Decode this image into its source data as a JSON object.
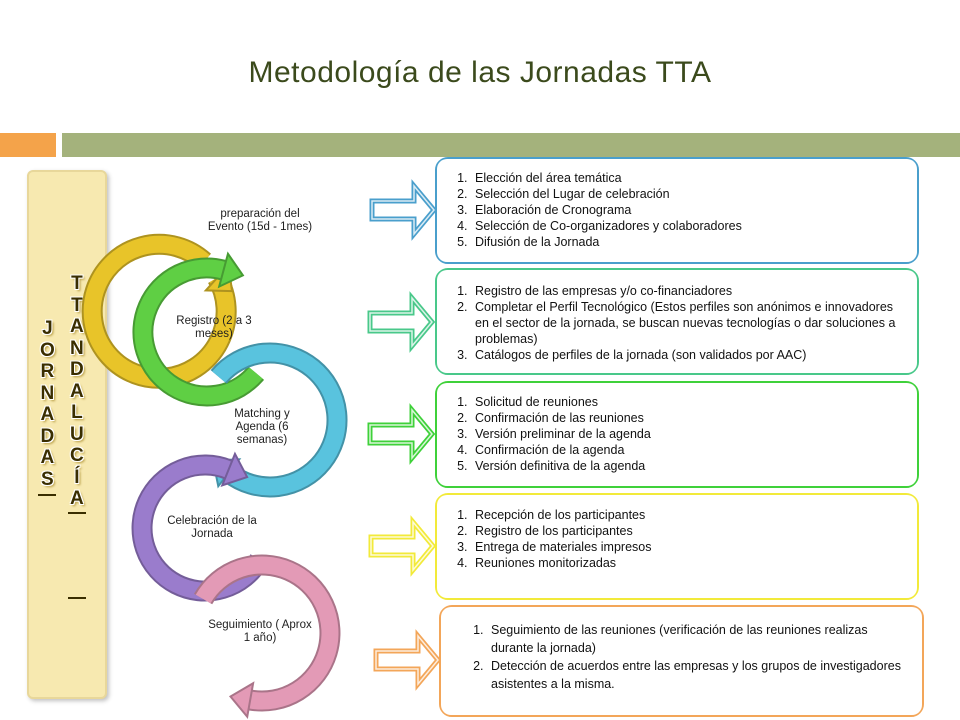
{
  "title": "Metodología de las Jornadas TTA",
  "side_panel": {
    "word1": [
      "J",
      "O",
      "R",
      "N",
      "A",
      "D",
      "A",
      "S"
    ],
    "word2": [
      "T",
      "T",
      "A",
      "N",
      "D",
      "A",
      "L",
      "U",
      "C",
      "Í",
      "A"
    ]
  },
  "cycle_steps": [
    {
      "label": "preparación del Evento (15d - 1mes)",
      "color": "#e8c429"
    },
    {
      "label": "Registro (2 a 3 meses)",
      "color": "#5fcf44"
    },
    {
      "label": "Matching y Agenda (6 semanas)",
      "color": "#59c3de"
    },
    {
      "label": "Celebración de la Jornada",
      "color": "#9a7ccc"
    },
    {
      "label": "Seguimiento ( Aprox 1 año)",
      "color": "#e39ab6"
    }
  ],
  "boxes": [
    {
      "color": "#4a9fcc",
      "items": [
        "Elección del área temática",
        "Selección del Lugar de celebración",
        "Elaboración de Cronograma",
        "Selección de Co-organizadores y colaboradores",
        "Difusión de la Jornada"
      ]
    },
    {
      "color": "#49c88a",
      "items": [
        "Registro de las empresas y/o co-financiadores",
        "Completar el Perfil Tecnológico (Estos perfiles son anónimos e innovadores en el sector de la jornada, se buscan nuevas tecnologías o dar soluciones a problemas)",
        "Catálogos de perfiles de la jornada (son validados por AAC)"
      ]
    },
    {
      "color": "#3fd13a",
      "items": [
        "Solicitud de reuniones",
        "Confirmación de las reuniones",
        "Versión preliminar de la agenda",
        "Confirmación de la agenda",
        "Versión definitiva de la agenda"
      ]
    },
    {
      "color": "#f2ea3a",
      "items": [
        "Recepción de los participantes",
        "Registro de los participantes",
        "Entrega de materiales impresos",
        "Reuniones monitorizadas"
      ]
    },
    {
      "color": "#f3a659",
      "items": [
        "Seguimiento de las reuniones (verificación de las reuniones realizas durante la jornada)",
        "Detección de acuerdos entre las empresas y los grupos de investigadores asistentes a la misma."
      ]
    }
  ]
}
